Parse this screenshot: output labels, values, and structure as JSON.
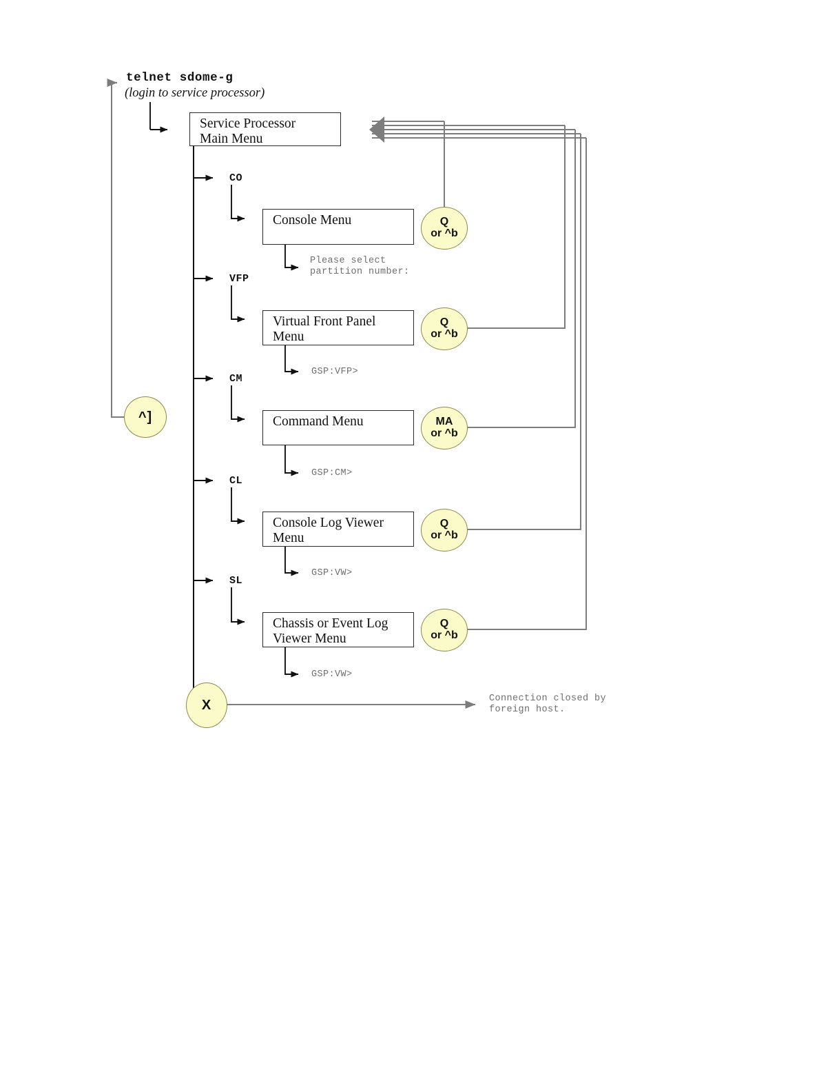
{
  "diagram": {
    "title_command": "telnet sdome-g",
    "title_subtitle": "(login to service processor)",
    "root_box": "Service Processor\nMain Menu",
    "escape_pill": "^]",
    "exit_pill": "X",
    "exit_message": "Connection closed by\nforeign host.",
    "colors": {
      "pill_fill": "#fbfbc9",
      "pill_stroke": "#8a8a4a",
      "box_stroke": "#2a2a2a",
      "wire_black": "#111111",
      "wire_gray": "#7d7d7d",
      "prompt_text": "#6f6f6f",
      "background": "#ffffff"
    },
    "branches": [
      {
        "key": "CO",
        "box": "Console Menu",
        "prompt": "Please select\npartition number:",
        "pill_top": "Q",
        "pill_bottom": "or ^b"
      },
      {
        "key": "VFP",
        "box": "Virtual Front Panel\nMenu",
        "prompt": "GSP:VFP>",
        "pill_top": "Q",
        "pill_bottom": "or ^b"
      },
      {
        "key": "CM",
        "box": "Command Menu",
        "prompt": "GSP:CM>",
        "pill_top": "MA",
        "pill_bottom": "or ^b"
      },
      {
        "key": "CL",
        "box": "Console Log Viewer\nMenu",
        "prompt": "GSP:VW>",
        "pill_top": "Q",
        "pill_bottom": "or ^b"
      },
      {
        "key": "SL",
        "box": "Chassis or Event Log\nViewer Menu",
        "prompt": "GSP:VW>",
        "pill_top": "Q",
        "pill_bottom": "or ^b"
      }
    ]
  }
}
